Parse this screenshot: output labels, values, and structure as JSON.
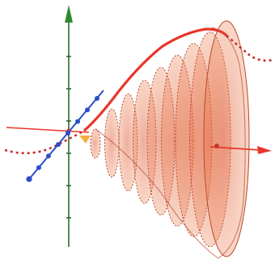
{
  "scene": {
    "type": "solid-of-revolution-3d",
    "colors": {
      "background": "#ffffff",
      "solid_fill": "#e8622e",
      "solid_edge": "#b84a2c",
      "curve": "#e8362b",
      "curve_dashed": "#c62e2a",
      "x_axis": "#e8362b",
      "y_axis": "#2f6b2f",
      "z_axis": "#2a4fc9",
      "bound_marker": "#f0a020"
    },
    "disk_count": 9,
    "y_axis_tick_count": 6,
    "z_axis_point_count": 8
  }
}
